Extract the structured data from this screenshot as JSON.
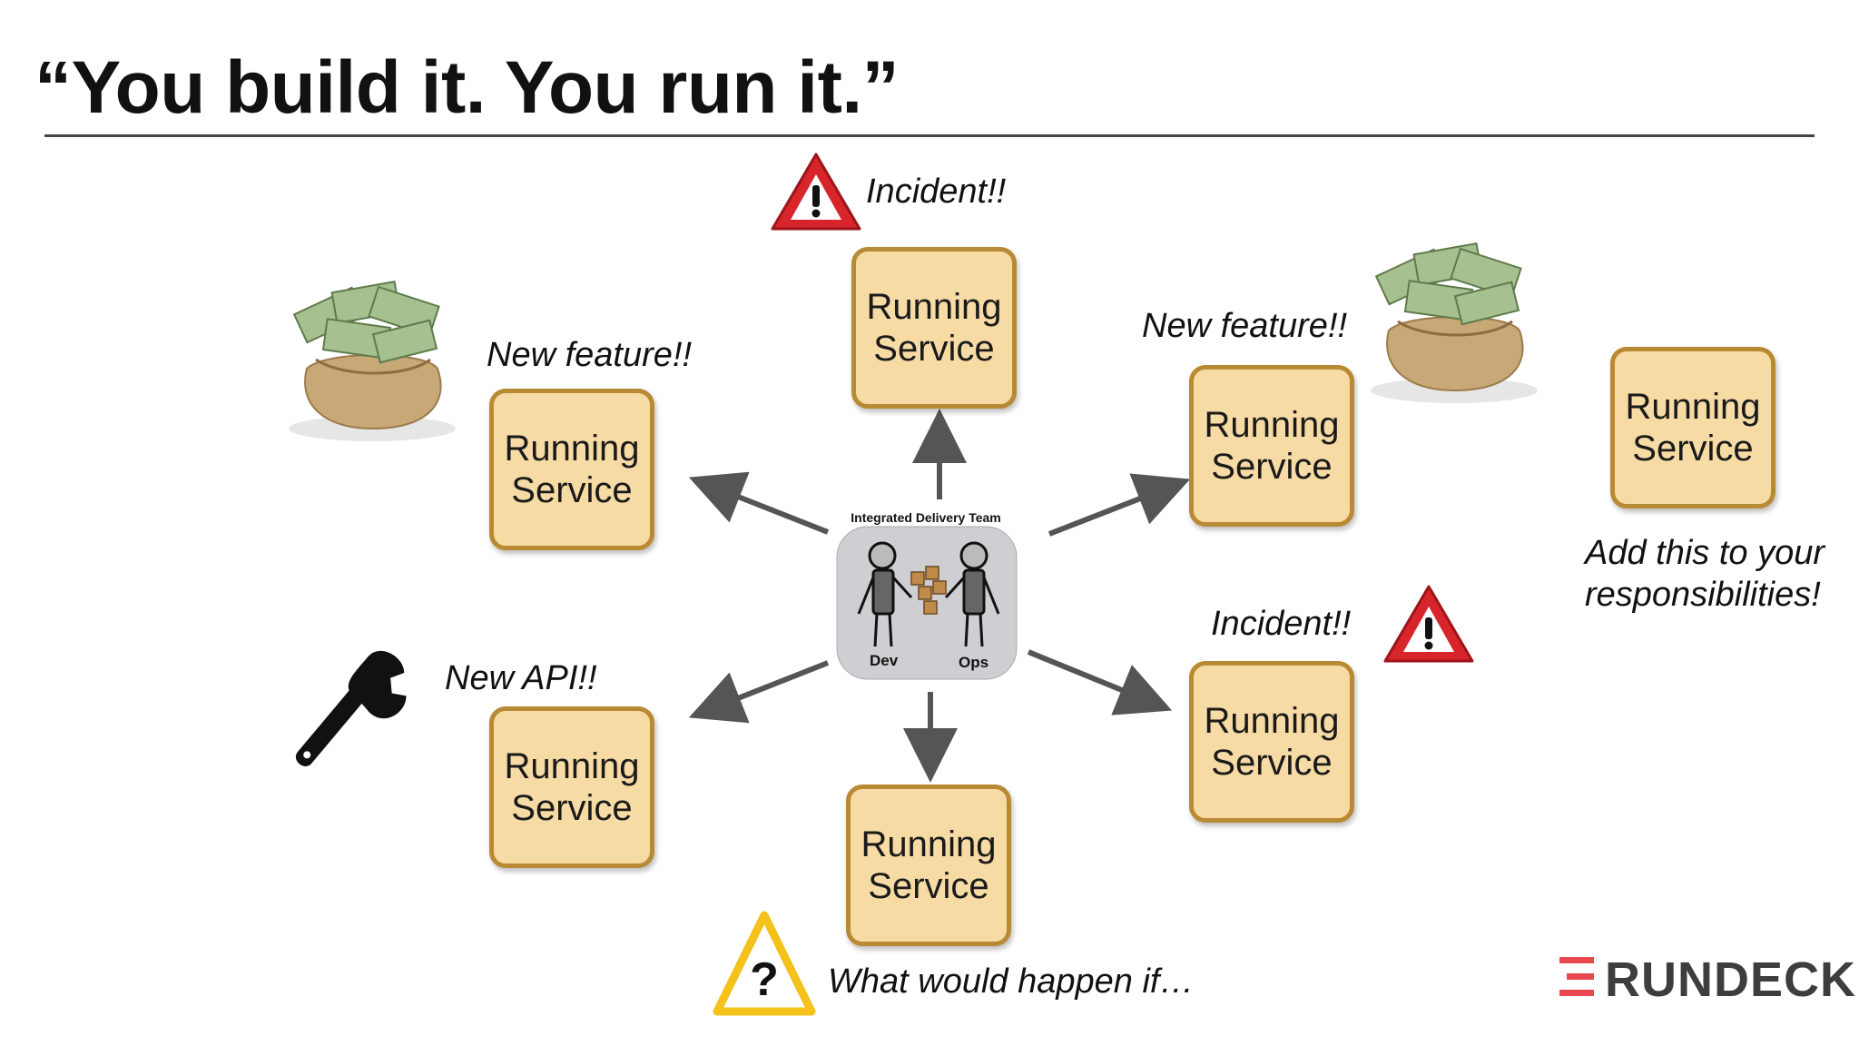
{
  "slide": {
    "title": "“You build it. You run it.”"
  },
  "services": [
    {
      "label": "Running\nService"
    },
    {
      "label": "Running\nService"
    },
    {
      "label": "Running\nService"
    },
    {
      "label": "Running\nService"
    },
    {
      "label": "Running\nService"
    },
    {
      "label": "Running\nService"
    },
    {
      "label": "Running\nService"
    }
  ],
  "notes": {
    "incident_top": "Incident!!",
    "feature_left": "New feature!!",
    "feature_right": "New feature!!",
    "api": "New API!!",
    "incident_right": "Incident!!",
    "what_if": "What would happen if…",
    "responsibilities": "Add this to your\nresponsibilities!"
  },
  "team": {
    "title": "Integrated Delivery Team",
    "dev_label": "Dev",
    "ops_label": "Ops"
  },
  "logo": {
    "text": "RUNDECK",
    "accent_color": "#e8474d"
  },
  "colors": {
    "service_fill": "#f7dba4",
    "service_border": "#b98a34",
    "arrow": "#555555",
    "warning_red": "#d7252b",
    "question_yellow": "#f4c21a"
  },
  "icons": {
    "warning": "warning-triangle-icon",
    "question": "question-triangle-icon",
    "money": "money-bag-icon",
    "wrench": "wrench-icon"
  }
}
